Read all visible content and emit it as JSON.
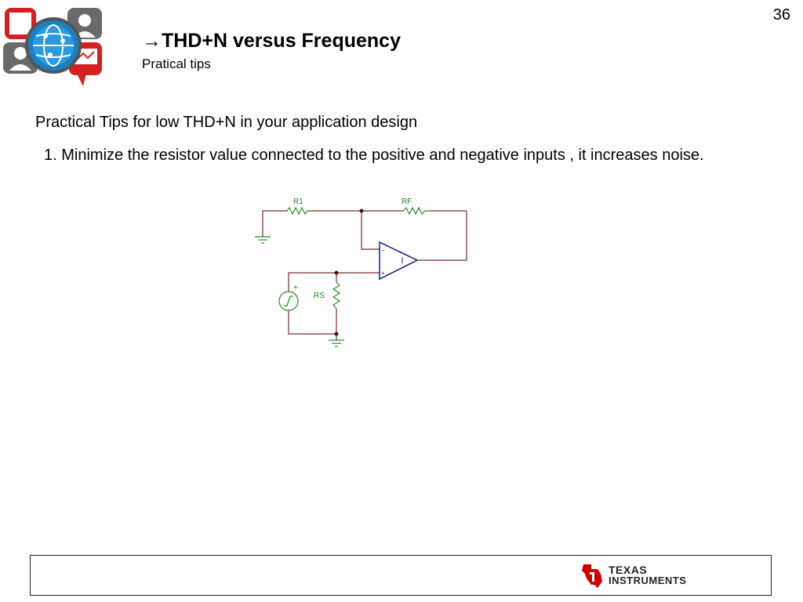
{
  "slide": {
    "page_number": "36",
    "arrow_glyph": "→",
    "title": "THD+N versus Frequency",
    "subtitle": "Pratical tips"
  },
  "content": {
    "heading": "Practical Tips for low THD+N in your application design",
    "tips": [
      "1. Minimize the resistor value connected to the positive and negative inputs , it increases noise."
    ]
  },
  "schematic": {
    "labels": {
      "r1": "R1",
      "rf": "RF",
      "rs": "RS",
      "source_plus": "+",
      "opamp_minus": "−",
      "opamp_plus": "+"
    },
    "colors": {
      "wire": "#7a2a2a",
      "component": "#2a8a2a",
      "opamp": "#1a1a8a"
    }
  },
  "footer": {
    "company_line1": "Texas",
    "company_line2": "Instruments",
    "brand_color": "#cc0000"
  }
}
